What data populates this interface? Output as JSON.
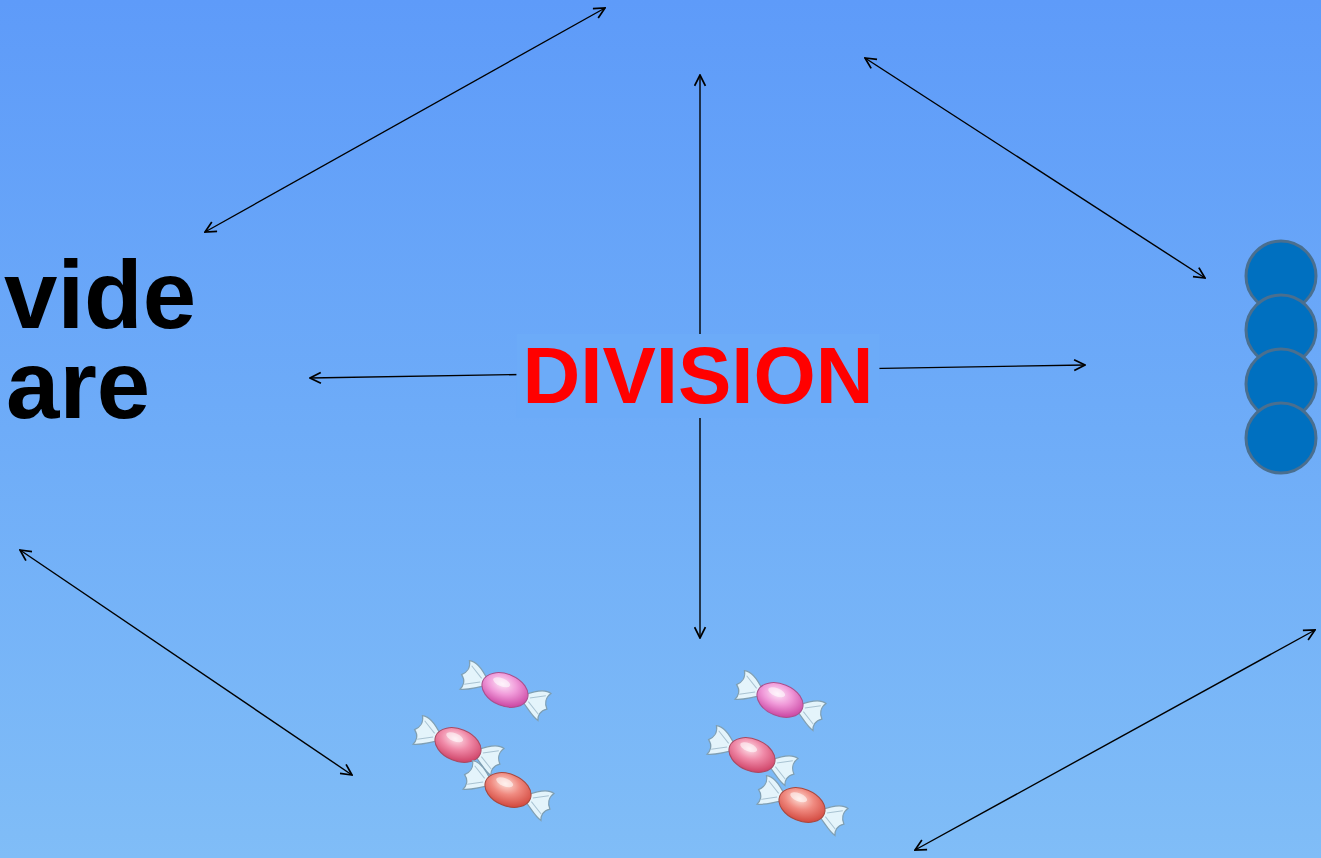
{
  "diagram": {
    "title": "DIVISION",
    "labels": [
      "vide",
      "are"
    ]
  }
}
